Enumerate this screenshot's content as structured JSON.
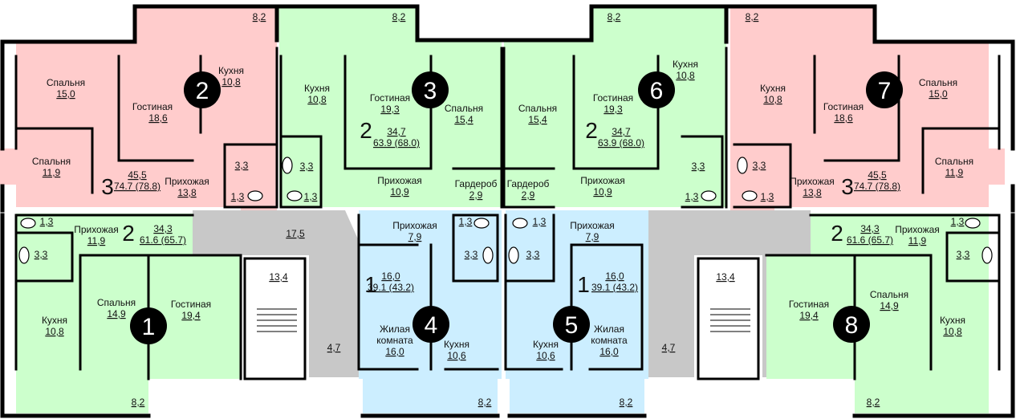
{
  "colors": {
    "pink": "#ffcccc",
    "green": "#ccffcc",
    "blue": "#cceeff",
    "corridor": "#c8c8c8",
    "wall": "#000000",
    "badge": "#000000"
  },
  "apartments": [
    {
      "badge": "2",
      "rooms": "3",
      "living": "45,5",
      "total": "74.7 (78.8)"
    },
    {
      "badge": "3",
      "rooms": "2",
      "living": "34,7",
      "total": "63.9 (68.0)"
    },
    {
      "badge": "6",
      "rooms": "2",
      "living": "34,7",
      "total": "63.9 (68.0)"
    },
    {
      "badge": "7",
      "rooms": "3",
      "living": "45,5",
      "total": "74.7 (78.8)"
    },
    {
      "badge": "1",
      "rooms": "2",
      "living": "34,3",
      "total": "61.6 (65.7)"
    },
    {
      "badge": "4",
      "rooms": "1",
      "living": "16,0",
      "total": "39.1 (43.2)"
    },
    {
      "badge": "5",
      "rooms": "1",
      "living": "16,0",
      "total": "39.1 (43.2)"
    },
    {
      "badge": "8",
      "rooms": "2",
      "living": "34,3",
      "total": "61.6 (65.7)"
    }
  ],
  "rooms": {
    "a2": {
      "spalnya1": {
        "name": "Спальня",
        "area": "15,0"
      },
      "spalnya2": {
        "name": "Спальня",
        "area": "11,9"
      },
      "gostinaya": {
        "name": "Гостиная",
        "area": "18,6"
      },
      "kuhnya": {
        "name": "Кухня",
        "area": "10,8"
      },
      "prihozhaya": {
        "name": "Прихожая",
        "area": "13,8"
      },
      "bath": "3,3",
      "wc": "1,3",
      "balcony": "8,2"
    },
    "a3": {
      "kuhnya": {
        "name": "Кухня",
        "area": "10,8"
      },
      "gostinaya": {
        "name": "Гостиная",
        "area": "19,3"
      },
      "spalnya": {
        "name": "Спальня",
        "area": "15,4"
      },
      "prihozhaya": {
        "name": "Прихожая",
        "area": "10,9"
      },
      "garderob": {
        "name": "Гардероб",
        "area": "2,9"
      },
      "bath": "3,3",
      "wc": "1,3",
      "balcony": "8,2"
    },
    "a6": {
      "kuhnya": {
        "name": "Кухня",
        "area": "10,8"
      },
      "gostinaya": {
        "name": "Гостиная",
        "area": "19,3"
      },
      "spalnya": {
        "name": "Спальня",
        "area": "15,4"
      },
      "prihozhaya": {
        "name": "Прихожая",
        "area": "10,9"
      },
      "garderob": {
        "name": "Гардероб",
        "area": "2,9"
      },
      "bath": "3,3",
      "wc": "1,3",
      "balcony": "8,2"
    },
    "a7": {
      "spalnya1": {
        "name": "Спальня",
        "area": "15,0"
      },
      "spalnya2": {
        "name": "Спальня",
        "area": "11,9"
      },
      "gostinaya": {
        "name": "Гостиная",
        "area": "18,6"
      },
      "kuhnya": {
        "name": "Кухня",
        "area": "10,8"
      },
      "prihozhaya": {
        "name": "Прихожая",
        "area": "13,8"
      },
      "bath": "3,3",
      "wc": "1,3",
      "balcony": "8,2"
    },
    "a1": {
      "prihozhaya": {
        "name": "Прихожая",
        "area": "11,9"
      },
      "spalnya": {
        "name": "Спальня",
        "area": "14,9"
      },
      "gostinaya": {
        "name": "Гостиная",
        "area": "19,4"
      },
      "kuhnya": {
        "name": "Кухня",
        "area": "10,8"
      },
      "bath": "3,3",
      "wc": "1,3",
      "balcony": "8,2"
    },
    "a4": {
      "prihozhaya": {
        "name": "Прихожая",
        "area": "7,9"
      },
      "zhilaya1": "Жилая",
      "zhilaya2": "комната",
      "zhilaya_area": "16,0",
      "kuhnya": {
        "name": "Кухня",
        "area": "10,6"
      },
      "bath": "3,3",
      "wc": "1,3",
      "balcony": "8,2"
    },
    "a5": {
      "prihozhaya": {
        "name": "Прихожая",
        "area": "7,9"
      },
      "zhilaya1": "Жилая",
      "zhilaya2": "комната",
      "zhilaya_area": "16,0",
      "kuhnya": {
        "name": "Кухня",
        "area": "10,6"
      },
      "bath": "3,3",
      "wc": "1,3",
      "balcony": "8,2"
    },
    "a8": {
      "prihozhaya": {
        "name": "Прихожая",
        "area": "11,9"
      },
      "spalnya": {
        "name": "Спальня",
        "area": "14,9"
      },
      "gostinaya": {
        "name": "Гостиная",
        "area": "19,4"
      },
      "kuhnya": {
        "name": "Кухня",
        "area": "10,8"
      },
      "bath": "3,3",
      "wc": "1,3",
      "balcony": "8,2"
    }
  },
  "common": {
    "corridor": "17,5",
    "stair_left": "13,4",
    "stair_right": "13,4",
    "vest_left": "4,7",
    "vest_right": "4,7"
  }
}
